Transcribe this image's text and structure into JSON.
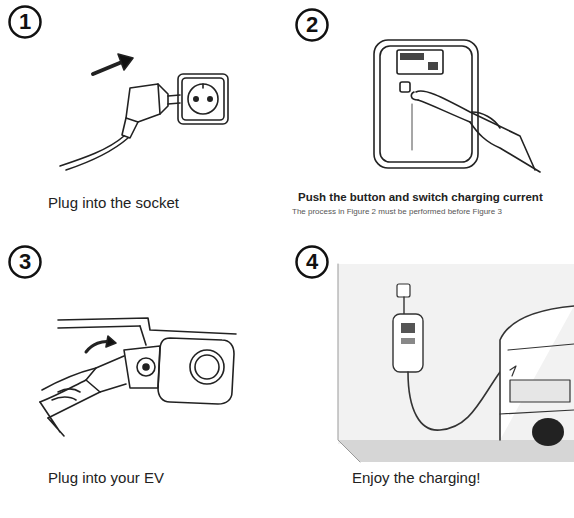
{
  "diagram": {
    "nodes": [
      {
        "text": [
          "1"
        ]
      },
      {
        "text": [
          "2"
        ]
      },
      {
        "text": [
          "3"
        ]
      },
      {
        "text": [
          "4"
        ]
      }
    ],
    "labels": [
      "Plug into the socket",
      "Push the button and switch charging current",
      "The process in Figure 2 must be performed before Figure 3",
      "Plug into your EV",
      "Enjoy the charging!"
    ]
  }
}
